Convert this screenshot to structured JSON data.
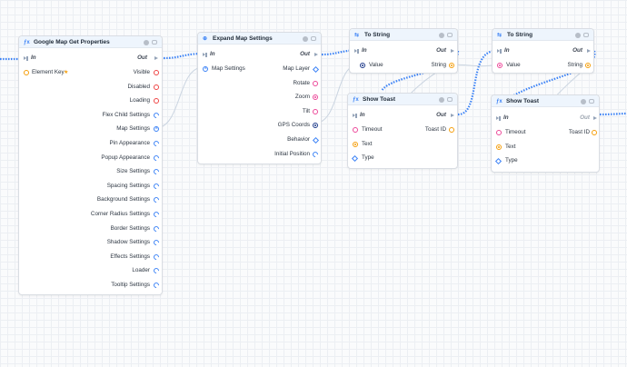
{
  "nodes": {
    "get_properties": {
      "title": "Google Map Get Properties",
      "flow_in": "In",
      "flow_out": "Out",
      "input": "Element Key",
      "outputs": [
        "Visible",
        "Disabled",
        "Loading",
        "Flex Child Settings",
        "Map Settings",
        "Pin Appearance",
        "Popup Appearance",
        "Size Settings",
        "Spacing Settings",
        "Background Settings",
        "Corner Radius Settings",
        "Border Settings",
        "Shadow Settings",
        "Effects Settings",
        "Loader",
        "Tooltip Settings"
      ]
    },
    "expand_map": {
      "title": "Expand Map Settings",
      "flow_in": "In",
      "flow_out": "Out",
      "input": "Map Settings",
      "outputs": [
        "Map Layer",
        "Rotate",
        "Zoom",
        "Tilt",
        "GPS Coords",
        "Behavior",
        "Initial Position"
      ]
    },
    "to_string_1": {
      "title": "To String",
      "flow_in": "In",
      "flow_out": "Out",
      "input": "Value",
      "output": "String"
    },
    "show_toast_1": {
      "title": "Show Toast",
      "flow_in": "In",
      "flow_out": "Out",
      "inputs": [
        "Timeout",
        "Text",
        "Type"
      ],
      "output": "Toast ID"
    },
    "to_string_2": {
      "title": "To String",
      "flow_in": "In",
      "flow_out": "Out",
      "input": "Value",
      "output": "String"
    },
    "show_toast_2": {
      "title": "Show Toast",
      "flow_in": "In",
      "flow_out": "Out",
      "inputs": [
        "Timeout",
        "Text",
        "Type"
      ],
      "output": "Toast ID"
    }
  },
  "colors": {
    "flow_wire": "#3b82f6",
    "data_wire": "#cbd5e1",
    "header_bg": "#eef5fd",
    "pin_red": "#ef4444",
    "pin_orange": "#f59e0b",
    "pin_pink": "#ec4899",
    "pin_blue": "#3b82f6",
    "pin_navy": "#1e3a8a"
  },
  "icons": [
    "function-icon",
    "info-icon",
    "comment-icon",
    "flow-in-icon",
    "flow-out-icon"
  ]
}
